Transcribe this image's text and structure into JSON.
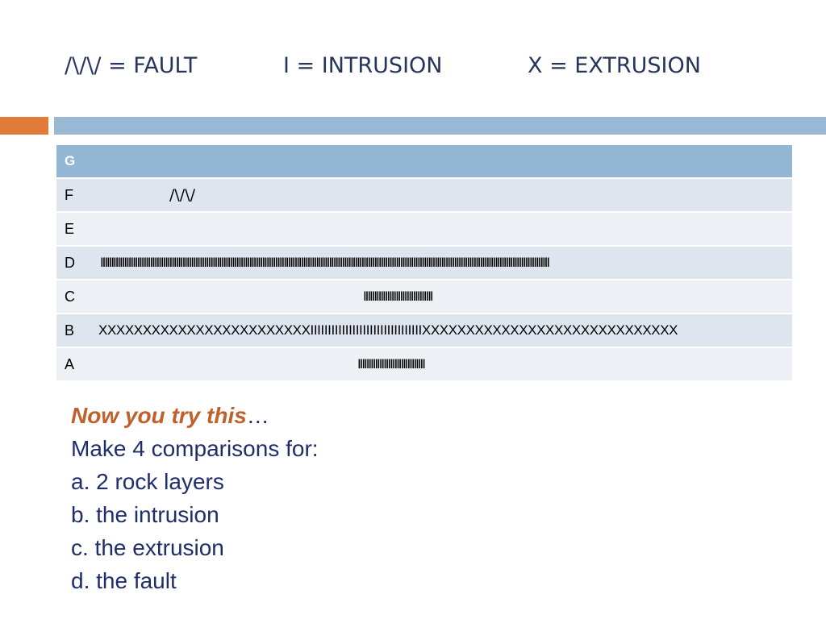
{
  "slide": {
    "legend": {
      "fault": "/\\/\\/ = FAULT",
      "intrusion": "I = INTRUSION",
      "extrusion": "X = EXTRUSION"
    },
    "accent_colors": {
      "orange": "#e07b39",
      "blue": "#98b8d3"
    }
  },
  "strata": [
    {
      "label": "G",
      "content": ""
    },
    {
      "label": "F",
      "content": "/\\/\\/"
    },
    {
      "label": "E",
      "content": ""
    },
    {
      "label": "D",
      "content": "IIIIIIIIIIIIIIIIIIIIIIIIIIIIIIIIIIIIIIIIIIIIIIIIIIIIIIIIIIIIIIIIIIIIIIIIIIIIIIIIIIIIIIIIIIIIIIIIIIIIIIIIIIIIIIIIIIIIIIIIIIIIIIIIIIIIIIIIIIIIIIIIIIIIIIIIIIIIIIIIIIIIIIIIIIIIIIIIIIIIIIIIIIIIIIIIIIIIIIIIIIIIIIII"
    },
    {
      "label": "C",
      "content": "IIIIIIIIIIIIIIIIIIIIIIIIIIIIIIII"
    },
    {
      "label": "B",
      "content": "XXXXXXXXXXXXXXXXXXXXXXXXIIIIIIIIIIIIIIIIIIIIIIIIIIIIIIIIXXXXXXXXXXXXXXXXXXXXXXXXXXXXX"
    },
    {
      "label": "A",
      "content": "IIIIIIIIIIIIIIIIIIIIIIIIIIIIIII"
    }
  ],
  "instructions": {
    "lead": "Now you try this",
    "ellipsis": "…",
    "prompt": "Make 4 comparisons for:",
    "items": [
      "a. 2 rock layers",
      "b. the intrusion",
      "c. the extrusion",
      "d. the fault"
    ]
  }
}
